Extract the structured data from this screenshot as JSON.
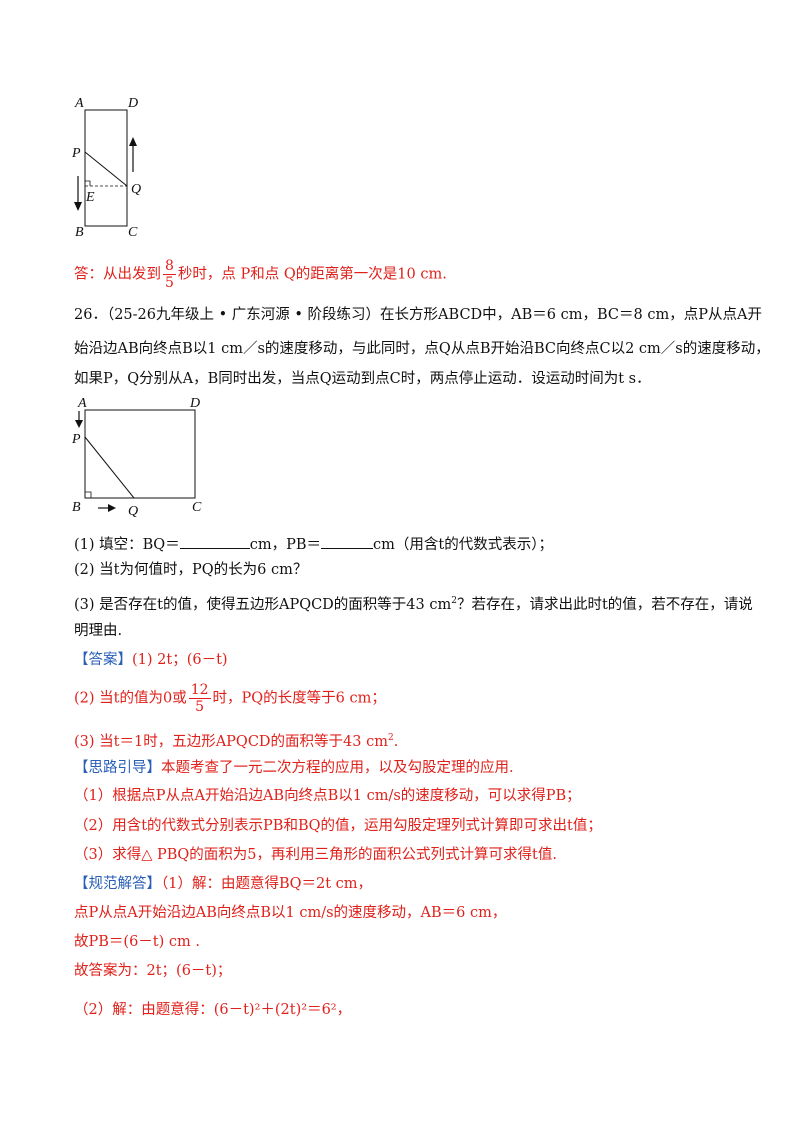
{
  "figure1": {
    "labels": {
      "A": "A",
      "D": "D",
      "P": "P",
      "Q": "Q",
      "E": "E",
      "B": "B",
      "C": "C"
    }
  },
  "answer_prev": {
    "prefix": "答：从出发到",
    "frac_num": "8",
    "frac_den": "5",
    "suffix": "秒时，点 P和点 Q的距离第一次是10 cm."
  },
  "problem": {
    "line1": "26．（25-26九年级上 • 广东河源 • 阶段练习）在长方形ABCD中，AB＝6 cm，BC＝8 cm，点P从点A开",
    "line2": "始沿边AB向终点B以1 cm／s的速度移动，与此同时，点Q从点B开始沿BC向终点C以2 cm／s的速度移动，",
    "line3": "如果P，Q分别从A，B同时出发，当点Q运动到点C时，两点停止运动．设运动时间为t s．"
  },
  "figure2": {
    "labels": {
      "A": "A",
      "D": "D",
      "P": "P",
      "B": "B",
      "Q": "Q",
      "C": "C"
    }
  },
  "questions": {
    "q1_a": "(1) 填空：BQ＝",
    "q1_b": "cm，PB＝",
    "q1_c": "cm（用含t的代数式表示）；",
    "q2": "(2) 当t为何值时，PQ的长为6 cm？",
    "q3_a": "(3) 是否存在t的值，使得五边形APQCD的面积等于43 cm",
    "q3_sup": "2",
    "q3_b": "？若存在，请求出此时t的值，若不存在，请说",
    "q3_c": "明理由."
  },
  "answer": {
    "tag": "【答案】",
    "a1": "(1) 2t；(6－t)",
    "a2_prefix": "(2) 当t的值为0或",
    "a2_num": "12",
    "a2_den": "5",
    "a2_suffix": "时，PQ的长度等于6 cm；",
    "a3": "(3) 当t＝1时，五边形APQCD的面积等于43 cm",
    "a3_sup": "2",
    "a3_end": "."
  },
  "guide": {
    "tag": "【思路引导】",
    "intro": "本题考查了一元二次方程的应用，以及勾股定理的应用.",
    "s1": "（1）根据点P从点A开始沿边AB向终点B以1 cm/s的速度移动，可以求得PB；",
    "s2": "（2）用含t的代数式分别表示PB和BQ的值，运用勾股定理列式计算即可求出t值；",
    "s3": "（3）求得△ PBQ的面积为5，再利用三角形的面积公式列式计算可求得t值."
  },
  "solution": {
    "tag": "【规范解答】",
    "l1": "（1）解：由题意得BQ＝2t cm，",
    "l2": "点P从点A开始沿边AB向终点B以1 cm/s的速度移动，AB＝6 cm，",
    "l3": "故PB＝(6－t) cm .",
    "l4": "故答案为：2t；(6－t)；",
    "l5": "（2）解：由题意得：(6－t)²＋(2t)²＝6²，"
  }
}
